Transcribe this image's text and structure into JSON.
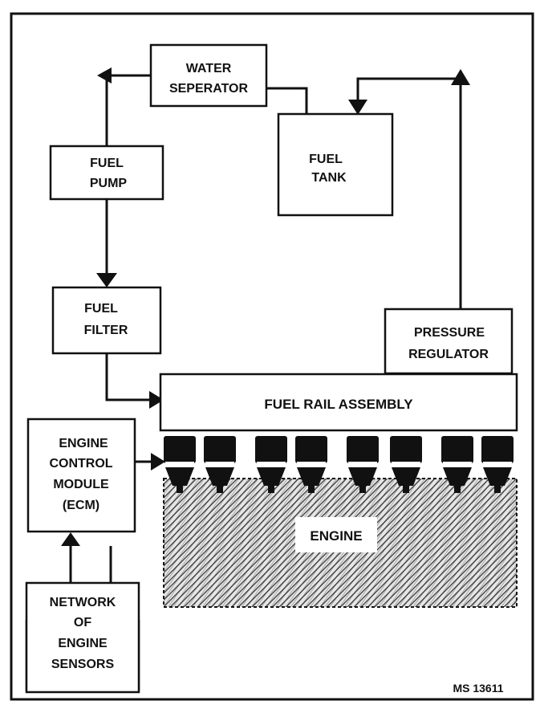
{
  "diagram": {
    "boxes": {
      "water_separator": [
        "WATER",
        "SEPERATOR"
      ],
      "fuel_tank": [
        "FUEL",
        "TANK"
      ],
      "fuel_pump": [
        "FUEL",
        "PUMP"
      ],
      "fuel_filter": [
        "FUEL",
        "FILTER"
      ],
      "pressure_regulator": [
        "PRESSURE",
        "REGULATOR"
      ],
      "fuel_rail": "FUEL RAIL ASSEMBLY",
      "ecm": [
        "ENGINE",
        "CONTROL",
        "MODULE",
        "(ECM)"
      ],
      "engine": "ENGINE",
      "sensors": [
        "NETWORK",
        "OF",
        "ENGINE",
        "SENSORS"
      ]
    },
    "figure_id": "MS 13611"
  }
}
